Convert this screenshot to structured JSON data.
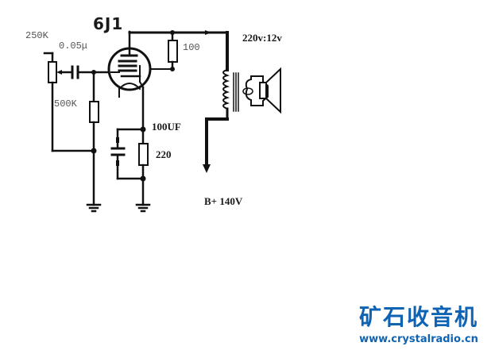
{
  "diagram": {
    "type": "vacuum-tube-audio-amplifier-schematic",
    "tube": {
      "label": "6J1"
    },
    "components": {
      "volume_pot": {
        "label": "250K"
      },
      "coupling_capacitor": {
        "label": "0.05μ"
      },
      "grid_resistor": {
        "label": "500K"
      },
      "screen_resistor": {
        "label": "100"
      },
      "cathode_capacitor": {
        "label": "100UF"
      },
      "cathode_resistor": {
        "label": "220"
      },
      "output_transformer": {
        "label": "220v:12v"
      },
      "speaker": {
        "label": ""
      },
      "supply": {
        "label": "B+ 140V"
      }
    }
  },
  "watermark": {
    "title": "矿石收音机",
    "url": "www.crystalradio.cn",
    "color": "#0e63b3"
  }
}
